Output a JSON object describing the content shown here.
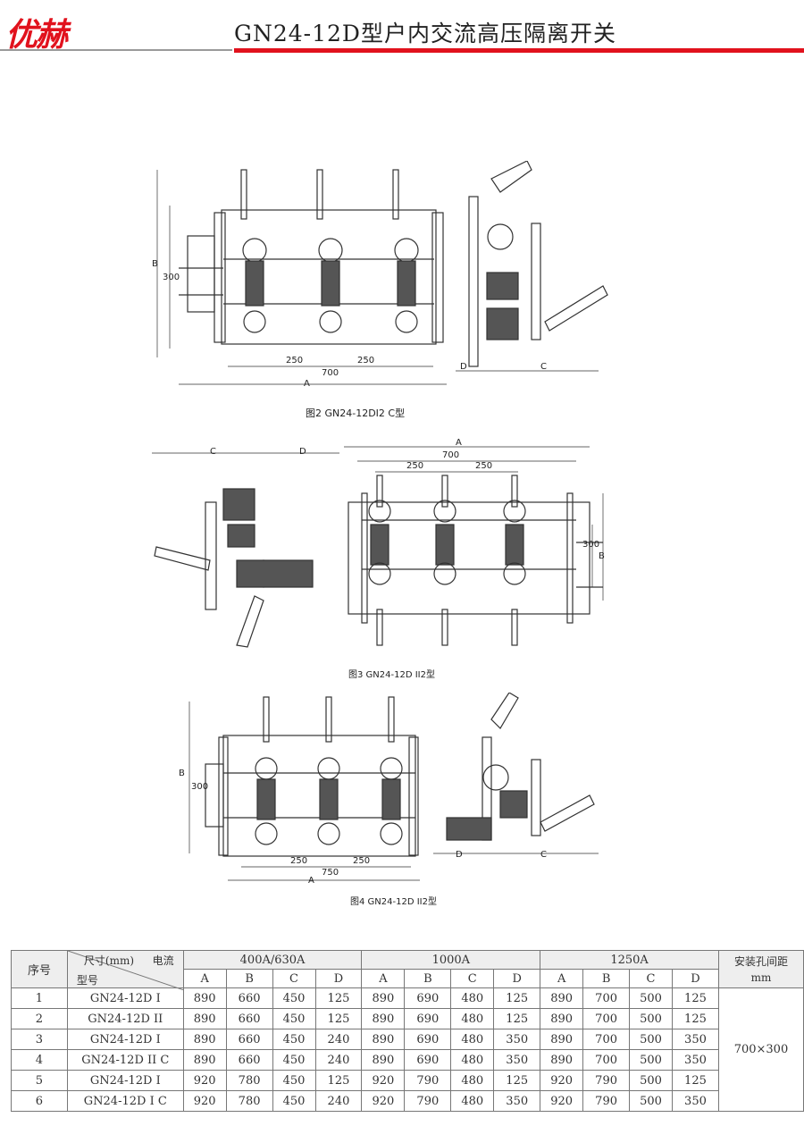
{
  "header": {
    "logo": "优赫",
    "title": "GN24-12D型户内交流高压隔离开关",
    "accent_color": "#e1121d"
  },
  "figures": [
    {
      "caption": "图2 GN24-12DI2 C型",
      "dims": {
        "d250a": "250",
        "d250b": "250",
        "d700": "700",
        "dA": "A",
        "dB": "B",
        "d300": "300",
        "dC": "C",
        "dD": "D"
      }
    },
    {
      "caption": "图3 GN24-12D II2型",
      "dims": {
        "dC": "C",
        "dD": "D",
        "dA": "A",
        "d700": "700",
        "d250a": "250",
        "d250b": "250",
        "d300": "300",
        "dB": "B"
      }
    },
    {
      "caption": "图4 GN24-12D II2型",
      "dims": {
        "d250a": "250",
        "d250b": "250",
        "d700": "750",
        "dA": "A",
        "dB": "B",
        "d300": "300",
        "dC": "C",
        "dD": "D"
      }
    }
  ],
  "table": {
    "col_index": "序号",
    "size_label": "尺寸(mm)",
    "current_label": "电流",
    "model_label": "型号",
    "groups": [
      "400A/630A",
      "1000A",
      "1250A"
    ],
    "sub_cols": [
      "A",
      "B",
      "C",
      "D"
    ],
    "mount_label_1": "安装孔间距",
    "mount_label_2": "mm",
    "mount_value": "700×300",
    "rows": [
      {
        "no": "1",
        "model": "GN24-12D I",
        "v": [
          "890",
          "660",
          "450",
          "125",
          "890",
          "690",
          "480",
          "125",
          "890",
          "700",
          "500",
          "125"
        ]
      },
      {
        "no": "2",
        "model": "GN24-12D II",
        "v": [
          "890",
          "660",
          "450",
          "125",
          "890",
          "690",
          "480",
          "125",
          "890",
          "700",
          "500",
          "125"
        ]
      },
      {
        "no": "3",
        "model": "GN24-12D I",
        "v": [
          "890",
          "660",
          "450",
          "240",
          "890",
          "690",
          "480",
          "350",
          "890",
          "700",
          "500",
          "350"
        ]
      },
      {
        "no": "4",
        "model": "GN24-12D II C",
        "v": [
          "890",
          "660",
          "450",
          "240",
          "890",
          "690",
          "480",
          "350",
          "890",
          "700",
          "500",
          "350"
        ]
      },
      {
        "no": "5",
        "model": "GN24-12D I",
        "v": [
          "920",
          "780",
          "450",
          "125",
          "920",
          "790",
          "480",
          "125",
          "920",
          "790",
          "500",
          "125"
        ]
      },
      {
        "no": "6",
        "model": "GN24-12D I C",
        "v": [
          "920",
          "780",
          "450",
          "240",
          "920",
          "790",
          "480",
          "350",
          "920",
          "790",
          "500",
          "350"
        ]
      }
    ]
  }
}
